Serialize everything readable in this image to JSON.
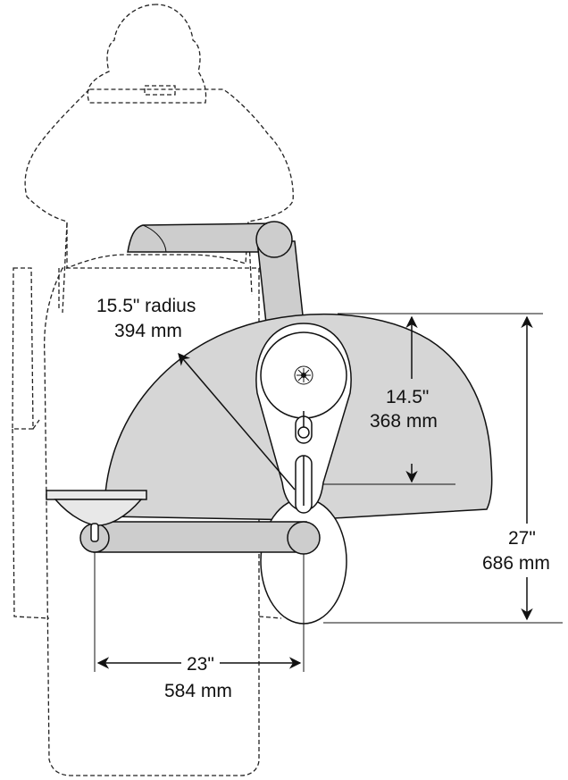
{
  "colors": {
    "unit_fill": "#d6d6d6",
    "arm_fill": "#cdcdcd",
    "bowl_fill": "#e8e8e8",
    "outline": "#111111",
    "background": "#ffffff"
  },
  "dimensions": {
    "radius": {
      "imperial": "15.5\" radius",
      "metric": "394 mm"
    },
    "depth": {
      "imperial": "14.5\"",
      "metric": "368 mm"
    },
    "overall": {
      "imperial": "27\"",
      "metric": "686 mm"
    },
    "reach": {
      "imperial": "23\"",
      "metric": "584 mm"
    }
  }
}
